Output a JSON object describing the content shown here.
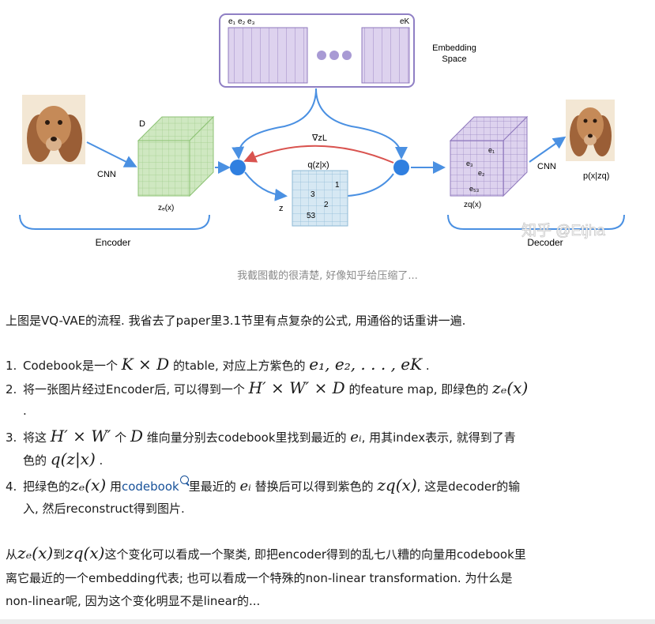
{
  "figure": {
    "embedding_labels": {
      "e1": "e₁",
      "e2": "e₂",
      "e3": "e₃",
      "eK": "eK"
    },
    "embedding_space": [
      "Embedding",
      "Space"
    ],
    "D": "D",
    "CNN_left": "CNN",
    "CNN_right": "CNN",
    "ze": "zₑ(x)",
    "zq": "zq(x)",
    "grad": "∇zL",
    "qzx": "q(z|x)",
    "z": "z",
    "grid_values": [
      "1",
      "3",
      "2",
      "53"
    ],
    "cube_values": [
      "e₁",
      "e₃",
      "e₂",
      "e₅₃"
    ],
    "pxzq": "p(x|zq)",
    "encoder": "Encoder",
    "decoder": "Decoder",
    "watermark": "知乎 @Etjha",
    "colors": {
      "green": "#cfe8c1",
      "purple": "#d9cdea",
      "blue": "#2f7fe0",
      "red": "#d9534f",
      "grid": "#cfe3ef"
    }
  },
  "caption": "我截图截的很清楚, 好像知乎给压缩了...",
  "intro": "上图是VQ-VAE的流程. 我省去了paper里3.1节里有点复杂的公式, 用通俗的话重讲一遍.",
  "list": {
    "item1": {
      "num": "1.",
      "a": "Codebook是一个",
      "m1": "K × D",
      "b": "的table, 对应上方紫色的",
      "m2": "e₁, e₂, . . . , eK",
      "c": "."
    },
    "item2": {
      "num": "2.",
      "a": "将一张图片经过Encoder后, 可以得到一个",
      "m1": "H′ × W′ × D",
      "b": "的feature map, 即绿色的",
      "m2": "zₑ(x)",
      "c": "."
    },
    "item3": {
      "num": "3.",
      "a": "将这",
      "m1": "H′ × W′",
      "b": "个",
      "m2": "D",
      "c": "维向量分别去codebook里找到最近的",
      "m3": "eᵢ",
      "d": ", 用其index表示, 就得到了青",
      "e": "色的",
      "m4": "q(z|x)",
      "f": "."
    },
    "item4": {
      "num": "4.",
      "a": "把绿色的",
      "m1": "zₑ(x)",
      "b": "用",
      "link": "codebook",
      "c": "里最近的",
      "m2": "eᵢ",
      "d": "替换后可以得到紫色的",
      "m3": "zq(x)",
      "e": ", 这是decoder的输",
      "f": "入, 然后reconstruct得到图片."
    }
  },
  "outro": {
    "a": "从",
    "m1": "zₑ(x)",
    "b": "到",
    "m2": "zq(x)",
    "c": "这个变化可以看成一个聚类, 即把encoder得到的乱七八糟的向量用codebook里",
    "line2": "离它最近的一个embedding代表; 也可以看成一个特殊的non-linear transformation. 为什么是",
    "line3": "non-linear呢, 因为这个变化明显不是linear的..."
  }
}
